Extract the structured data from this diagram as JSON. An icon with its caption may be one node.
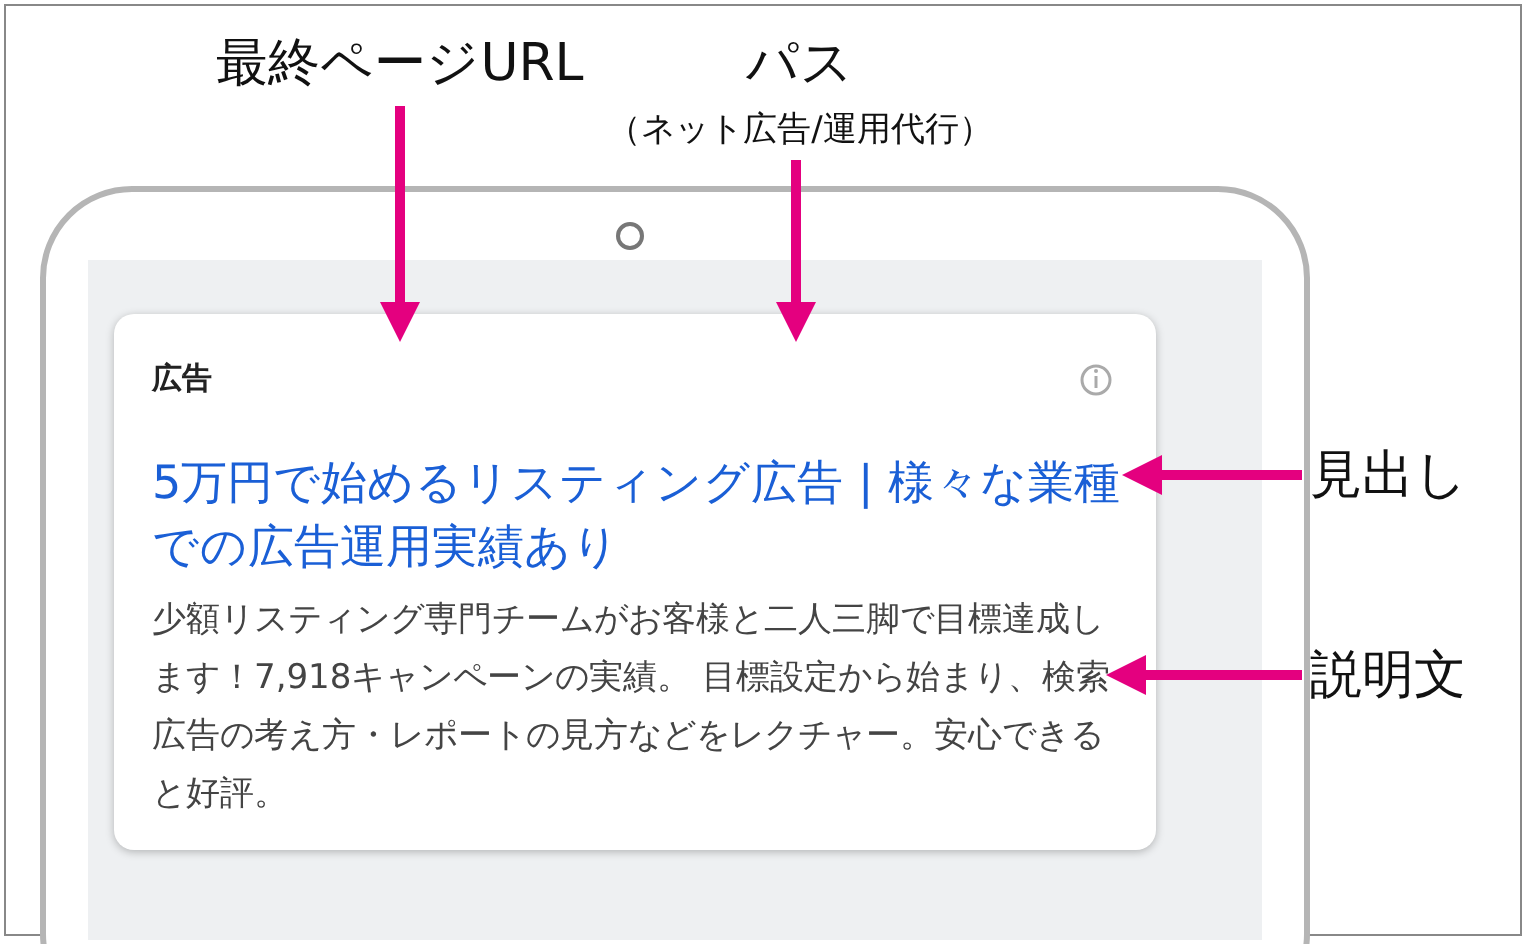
{
  "diagram": {
    "nodes": [
      {
        "text": [
          "最終ページURL"
        ]
      },
      {
        "text": [
          "パス",
          "（ネット広告/運用代行）"
        ]
      },
      {
        "text": [
          "見出し"
        ]
      },
      {
        "text": [
          "説明文"
        ]
      },
      {
        "text": [
          "5万円で始めるリスティング広告 | 様々な業種での広告運用実績あり"
        ]
      },
      {
        "text": [
          "少額リスティング専門チームがお客様と二人三脚で目標達成します！7,918キャンペーンの実績。 目標設定から始まり、検索広告の考え方・レポートの見方などをレクチャー。安心できると好評。"
        ]
      }
    ],
    "edges": [
      {
        "from": 0,
        "to": null,
        "arrow": "to"
      },
      {
        "from": 1,
        "to": null,
        "arrow": "to"
      },
      {
        "from": 2,
        "to": 4,
        "arrow": "to"
      },
      {
        "from": 3,
        "to": 5,
        "arrow": "to"
      }
    ],
    "labels": [
      "広告"
    ]
  }
}
